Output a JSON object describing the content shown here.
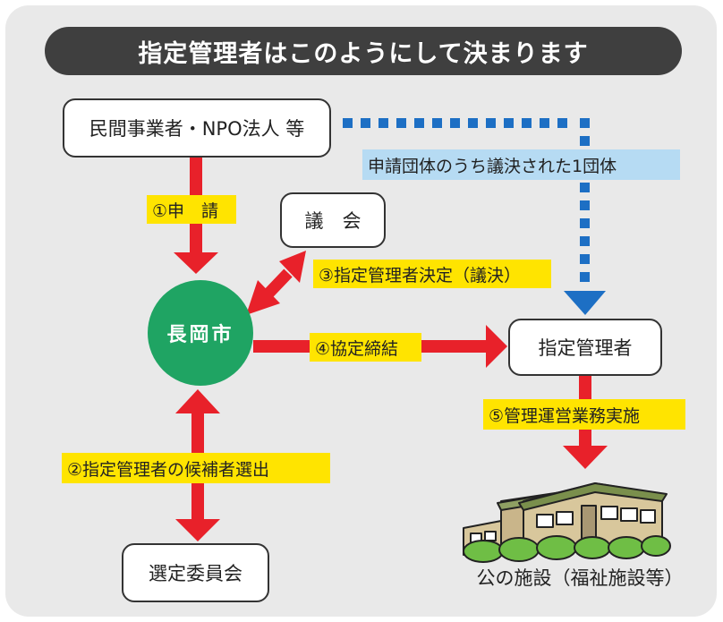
{
  "title": "指定管理者はこのようにして決まります",
  "nodes": {
    "applicant": "民間事業者・NPO法人 等",
    "council": "議　会",
    "city": "長岡市",
    "designated_manager": "指定管理者",
    "selection_committee": "選定委員会",
    "facility": "公の施設（福祉施設等）"
  },
  "steps": {
    "step1": "①申　請",
    "step2": "②指定管理者の候補者選出",
    "step3": "③指定管理者決定（議決）",
    "step4": "④協定締結",
    "step5": "⑤管理運営業務実施",
    "dotted_note": "申請団体のうち議決された1団体"
  },
  "colors": {
    "panel_background": "#e9e9e9",
    "title_bar": "#3f3f3f",
    "arrow_red": "#e8212a",
    "arrow_blue_dotted": "#1d6fc4",
    "city_circle": "#1fa463",
    "step_label_yellow": "#ffe400",
    "note_label_blue": "#b6dbf3"
  },
  "icons": {
    "facility": "building-icon"
  }
}
